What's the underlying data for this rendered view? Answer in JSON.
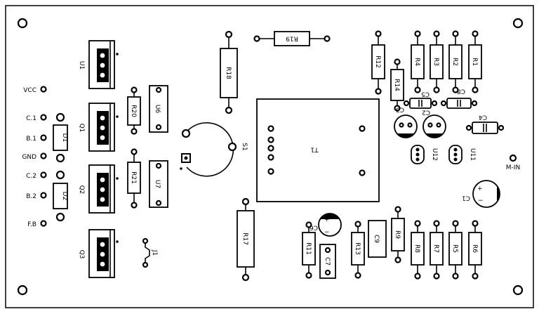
{
  "connector_labels": {
    "vcc": "VCC",
    "c1": "C.1",
    "b1": "B.1",
    "gnd": "GND",
    "c2": "C.2",
    "b2": "B.2",
    "fb": "F.B",
    "m_in": "M-IN"
  },
  "ref": {
    "U1": "U1",
    "Q1": "Q1",
    "Q2": "Q2",
    "Q3": "Q3",
    "D1": "D1",
    "D2": "D2",
    "R20": "R20",
    "R21": "R21",
    "U6": "U6",
    "U7": "U7",
    "J1": "J1",
    "S1": "S1",
    "R18": "R18",
    "R19": "R19",
    "T1": "T1",
    "R17": "R17",
    "R12": "R12",
    "R14": "R14",
    "R4": "R4",
    "R3": "R3",
    "R2": "R2",
    "R1": "R1",
    "C5": "C5",
    "C8": "C8",
    "C3": "C3",
    "C2": "C2",
    "C4": "C4",
    "U12": "U12",
    "U11": "U11",
    "C1": "C1",
    "C6": "C6",
    "R11": "R11",
    "C7": "C7",
    "R13": "R13",
    "C9": "C9",
    "R9": "R9",
    "R8": "R8",
    "R7": "R7",
    "R5": "R5",
    "R6": "R6"
  }
}
